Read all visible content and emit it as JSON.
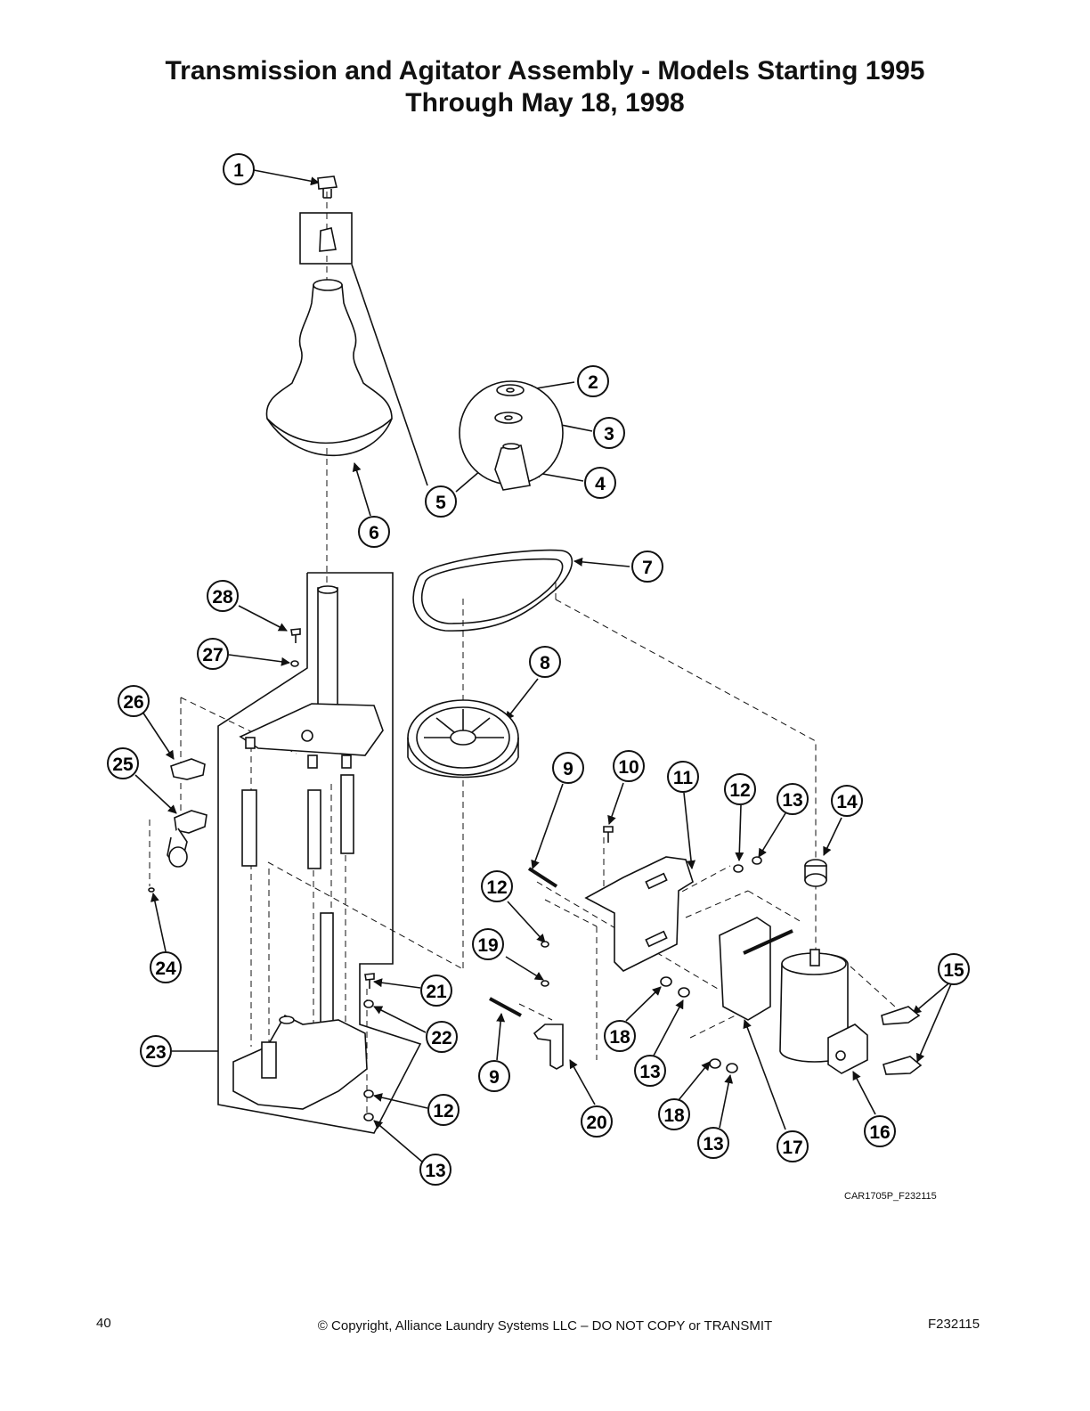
{
  "title_line1": "Transmission and Agitator Assembly - Models Starting 1995",
  "title_line2": "Through May 18, 1998",
  "drawing_code": "CAR1705P_F232115",
  "footer": {
    "page_number": "40",
    "copyright": "© Copyright, Alliance Laundry Systems LLC – DO NOT COPY or TRANSMIT",
    "form_code": "F232115"
  },
  "callouts": [
    {
      "id": "c1",
      "label": "1"
    },
    {
      "id": "c2",
      "label": "2"
    },
    {
      "id": "c3",
      "label": "3"
    },
    {
      "id": "c4",
      "label": "4"
    },
    {
      "id": "c5",
      "label": "5"
    },
    {
      "id": "c6",
      "label": "6"
    },
    {
      "id": "c7",
      "label": "7"
    },
    {
      "id": "c8",
      "label": "8"
    },
    {
      "id": "c9a",
      "label": "9"
    },
    {
      "id": "c9b",
      "label": "9"
    },
    {
      "id": "c10",
      "label": "10"
    },
    {
      "id": "c11",
      "label": "11"
    },
    {
      "id": "c12a",
      "label": "12"
    },
    {
      "id": "c12b",
      "label": "12"
    },
    {
      "id": "c12c",
      "label": "12"
    },
    {
      "id": "c13a",
      "label": "13"
    },
    {
      "id": "c13b",
      "label": "13"
    },
    {
      "id": "c13c",
      "label": "13"
    },
    {
      "id": "c13d",
      "label": "13"
    },
    {
      "id": "c14",
      "label": "14"
    },
    {
      "id": "c15",
      "label": "15"
    },
    {
      "id": "c16",
      "label": "16"
    },
    {
      "id": "c17",
      "label": "17"
    },
    {
      "id": "c18a",
      "label": "18"
    },
    {
      "id": "c18b",
      "label": "18"
    },
    {
      "id": "c19",
      "label": "19"
    },
    {
      "id": "c20",
      "label": "20"
    },
    {
      "id": "c21",
      "label": "21"
    },
    {
      "id": "c22",
      "label": "22"
    },
    {
      "id": "c23",
      "label": "23"
    },
    {
      "id": "c24",
      "label": "24"
    },
    {
      "id": "c25",
      "label": "25"
    },
    {
      "id": "c26",
      "label": "26"
    },
    {
      "id": "c27",
      "label": "27"
    },
    {
      "id": "c28",
      "label": "28"
    }
  ]
}
